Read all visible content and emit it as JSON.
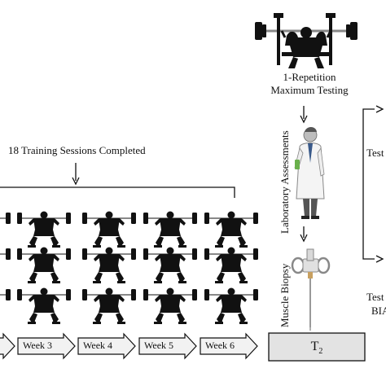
{
  "labels": {
    "sessions": "18 Training Sessions Completed",
    "rm_line1": "1-Repetition",
    "rm_line2": "Maximum Testing",
    "lab_assessments": "Laboratory Assessments",
    "muscle_biopsy": "Muscle Biopsy",
    "test_top": "Test",
    "test_bottom_line1": "Test",
    "test_bottom_line2": "BIA"
  },
  "timeline": {
    "weeks": [
      "Week 3",
      "Week 4",
      "Week 5",
      "Week 6"
    ],
    "timepoint": "T",
    "timepoint_sub": "2"
  },
  "lifters": {
    "rows": 3,
    "columns": 4,
    "icon": "squat-lifter-icon"
  },
  "colors": {
    "ink": "#111111",
    "arrow_fill": "#f2f2f2",
    "t2_fill": "#e3e3e3",
    "bar_metal": "#888888"
  }
}
